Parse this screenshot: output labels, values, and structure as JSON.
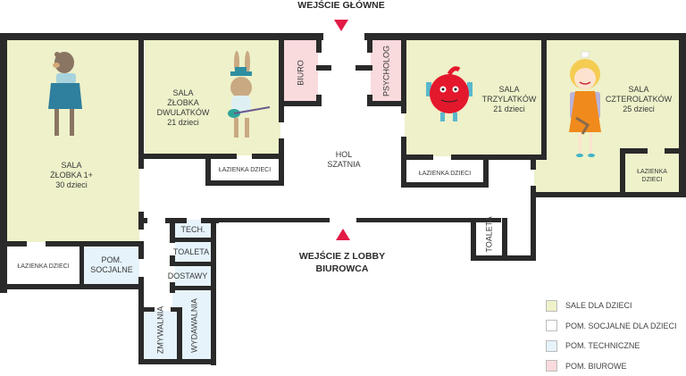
{
  "colors": {
    "children_room": "#eef1c9",
    "social_room": "#ffffff",
    "technical_room": "#e6f3fb",
    "office_room": "#f9dadd",
    "wall": "#2a2a2a",
    "entrance_marker": "#e21b45"
  },
  "entrances": {
    "main": "WEJŚCIE GŁÓWNE",
    "lobby_line1": "WEJŚCIE Z LOBBY",
    "lobby_line2": "BIUROWCA"
  },
  "rooms": {
    "sala_zlobka_1": {
      "line1": "SALA",
      "line2": "ŻŁOBKA 1+",
      "line3": "30 dzieci",
      "mascot": "bear-in-dress"
    },
    "sala_dwulatkow": {
      "line1": "SALA",
      "line2": "ŻŁOBKA",
      "line3": "DWULATKÓW",
      "line4": "21 dzieci",
      "mascot": "rabbit-with-banjo"
    },
    "biuro": "BIURO",
    "psycholog": "PSYCHOLOG",
    "hol": {
      "line1": "HOL",
      "line2": "SZATNIA"
    },
    "sala_trzylatkow": {
      "line1": "SALA",
      "line2": "TRZYLATKÓW",
      "line3": "21 dzieci",
      "mascot": "red-monster"
    },
    "sala_czterolatkow": {
      "line1": "SALA",
      "line2": "CZTEROLATKÓW",
      "line3": "25 dzieci",
      "mascot": "girl-with-toy"
    },
    "lazienka_1": "ŁAZIENKA DZIECI",
    "lazienka_2": "ŁAZIENKA DZIECI",
    "lazienka_3": "ŁAZIENKA DZIECI",
    "lazienka_4": {
      "line1": "ŁAZIENKA",
      "line2": "DZIECI"
    },
    "pom_socjalne": {
      "line1": "POM.",
      "line2": "SOCJALNE"
    },
    "tech": "TECH.",
    "toaleta_1": "TOALETA",
    "toaleta_2": "TOALETA",
    "dostawy": "DOSTAWY",
    "zmywalnia": "ZMYWALNIA",
    "wydawalnia": "WYDAWALNIA"
  },
  "legend": [
    {
      "label": "SALE DLA DZIECI",
      "color": "#eef1c9"
    },
    {
      "label": "POM. SOCJALNE DLA DZIECI",
      "color": "#ffffff"
    },
    {
      "label": "POM. TECHNICZNE",
      "color": "#e6f3fb"
    },
    {
      "label": "POM. BIUROWE",
      "color": "#f9dadd"
    }
  ]
}
